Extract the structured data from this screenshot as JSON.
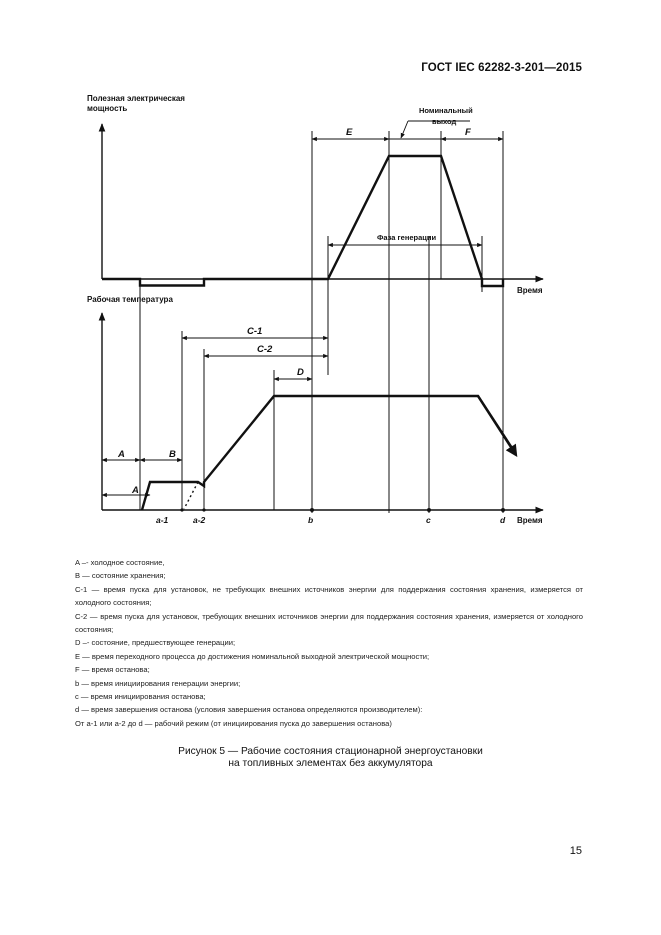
{
  "header": {
    "doc_id": "ГОСТ IEC 62282-3-201—2015"
  },
  "figure": {
    "top_ylabel_1": "Полезная электрическая",
    "top_ylabel_2": "мощность",
    "bottom_ylabel": "Рабочая температура",
    "time_label": "Время",
    "nominal_1": "Номинальный",
    "nominal_2": "выход",
    "generation_phase": "Фаза генерации",
    "labels": {
      "E": "E",
      "F": "F",
      "C1": "C-1",
      "C2": "C-2",
      "D": "D",
      "A": "A",
      "B": "B"
    },
    "ticks": {
      "a1": "a-1",
      "a2": "a-2",
      "b": "b",
      "c": "c",
      "d": "d"
    }
  },
  "legend": [
    "A –- холодное состояние,",
    "B — состояние хранения;",
    "C-1 — время пуска для установок, не требующих внешних источников энергии для поддержания состояния хранения, измеряется от холодного состояния;",
    "C-2 — время пуска для установок, требующих внешних источников энергии для поддержания состояния хранения, измеряется от холодного состояния;",
    "D –- состояние, предшествующее генерации;",
    "E — время переходного процесса до достижения номинальной выходной электрической мощности;",
    "F — время останова;",
    "b — время инициирования генерации энергии;",
    "c — время инициирования останова;",
    "d — время завершения останова (условия завершения останова определяются производителем):",
    "От a-1 или a-2 до d — рабочий режим (от инициирования пуска до завершения останова)"
  ],
  "caption": {
    "line1": "Рисунок 5 — Рабочие состояния стационарной энергоустановки",
    "line2": "на топливных элементах без аккумулятора"
  },
  "page_number": "15"
}
